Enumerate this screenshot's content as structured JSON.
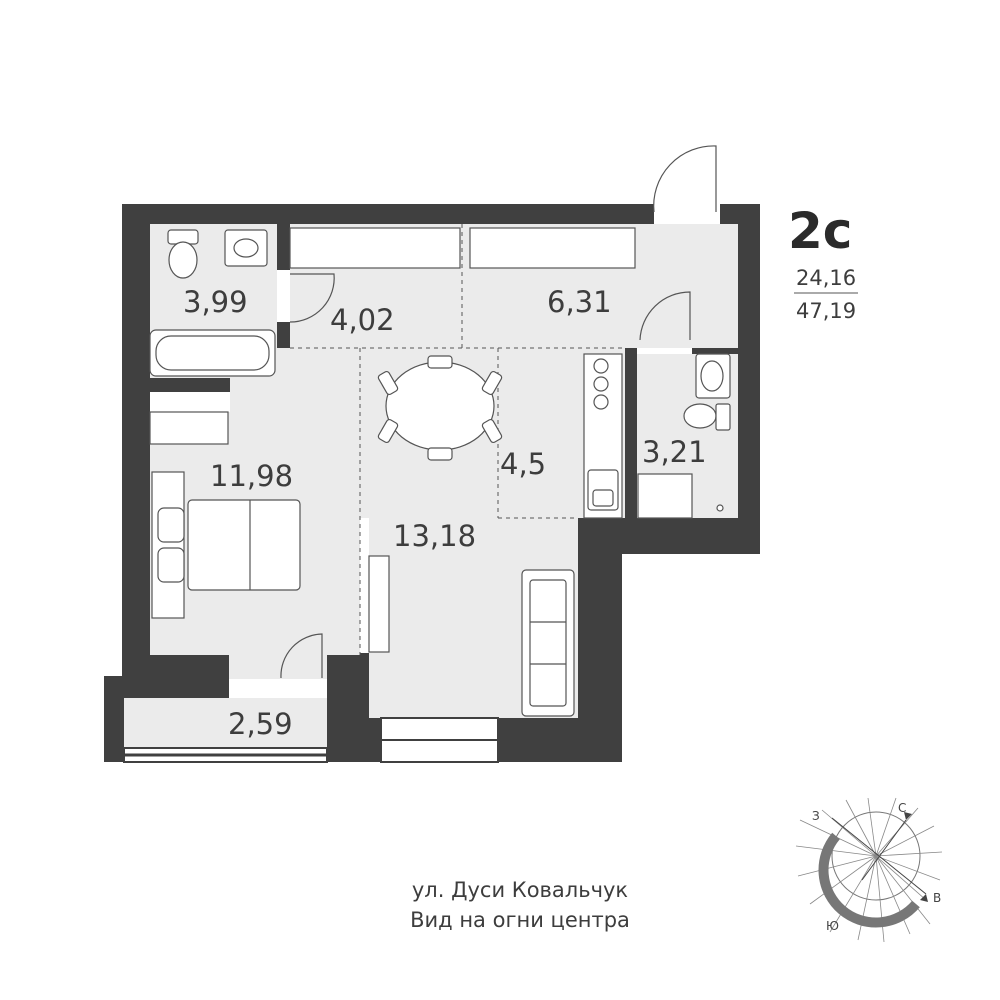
{
  "apartment": {
    "type": "2с",
    "living_area": "24,16",
    "total_area": "47,19"
  },
  "rooms": [
    {
      "id": "bathroom",
      "area": "3,99"
    },
    {
      "id": "hall",
      "area": "4,02"
    },
    {
      "id": "corridor",
      "area": "6,31"
    },
    {
      "id": "bedroom",
      "area": "11,98"
    },
    {
      "id": "living",
      "area": "13,18"
    },
    {
      "id": "kitchen",
      "area": "4,5"
    },
    {
      "id": "wc",
      "area": "3,21"
    },
    {
      "id": "balcony",
      "area": "2,59"
    }
  ],
  "compass": {
    "north": "С",
    "east": "В",
    "south": "Ю",
    "west": "З"
  },
  "address": {
    "street": "ул. Дуси Ковальчук",
    "view": "Вид на огни центра"
  }
}
